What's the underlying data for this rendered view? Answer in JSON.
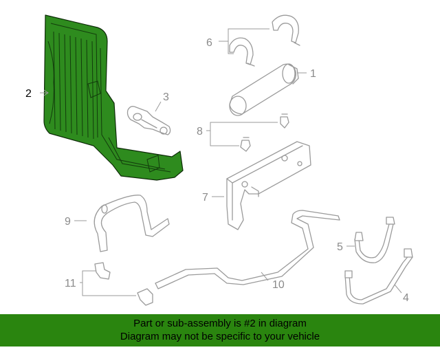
{
  "callouts": {
    "c1": "1",
    "c2": "2",
    "c3": "3",
    "c4": "4",
    "c5": "5",
    "c6": "6",
    "c7": "7",
    "c8": "8",
    "c9": "9",
    "c10": "10",
    "c11": "11"
  },
  "highlighted_part": "2",
  "colors": {
    "highlight": "#2e8b1e",
    "banner": "#2a850f",
    "line": "#9a9a9a"
  },
  "banner": {
    "line1": "Part or sub-assembly is #2 in diagram",
    "line2": "Diagram may not be specific to your vehicle"
  }
}
